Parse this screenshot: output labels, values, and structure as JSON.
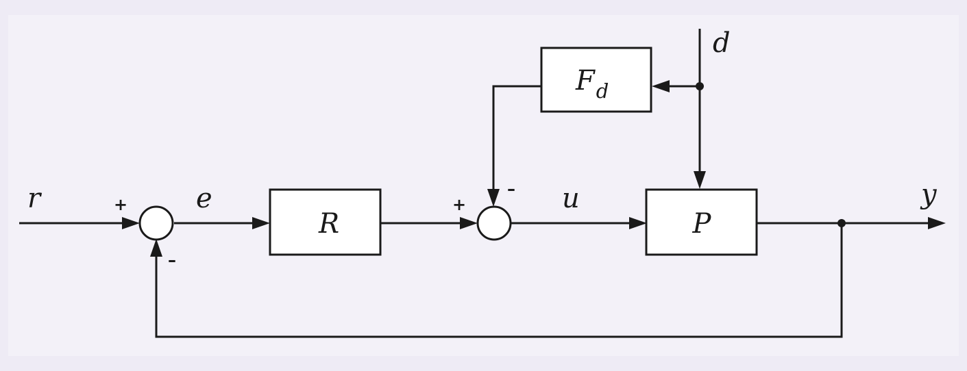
{
  "blocks": {
    "controller": {
      "label": "R"
    },
    "plant": {
      "label": "P"
    },
    "feedforward": {
      "label": "F",
      "subscript": "d"
    }
  },
  "signals": {
    "reference": "r",
    "error": "e",
    "control": "u",
    "output": "y",
    "disturbance": "d"
  },
  "summing_junction_1": {
    "plus": "+",
    "minus": "–"
  },
  "summing_junction_2": {
    "plus": "+",
    "minus": "–"
  },
  "colors": {
    "background": "#eeebf5",
    "line": "#1a1a1a",
    "block_fill": "#ffffff"
  }
}
